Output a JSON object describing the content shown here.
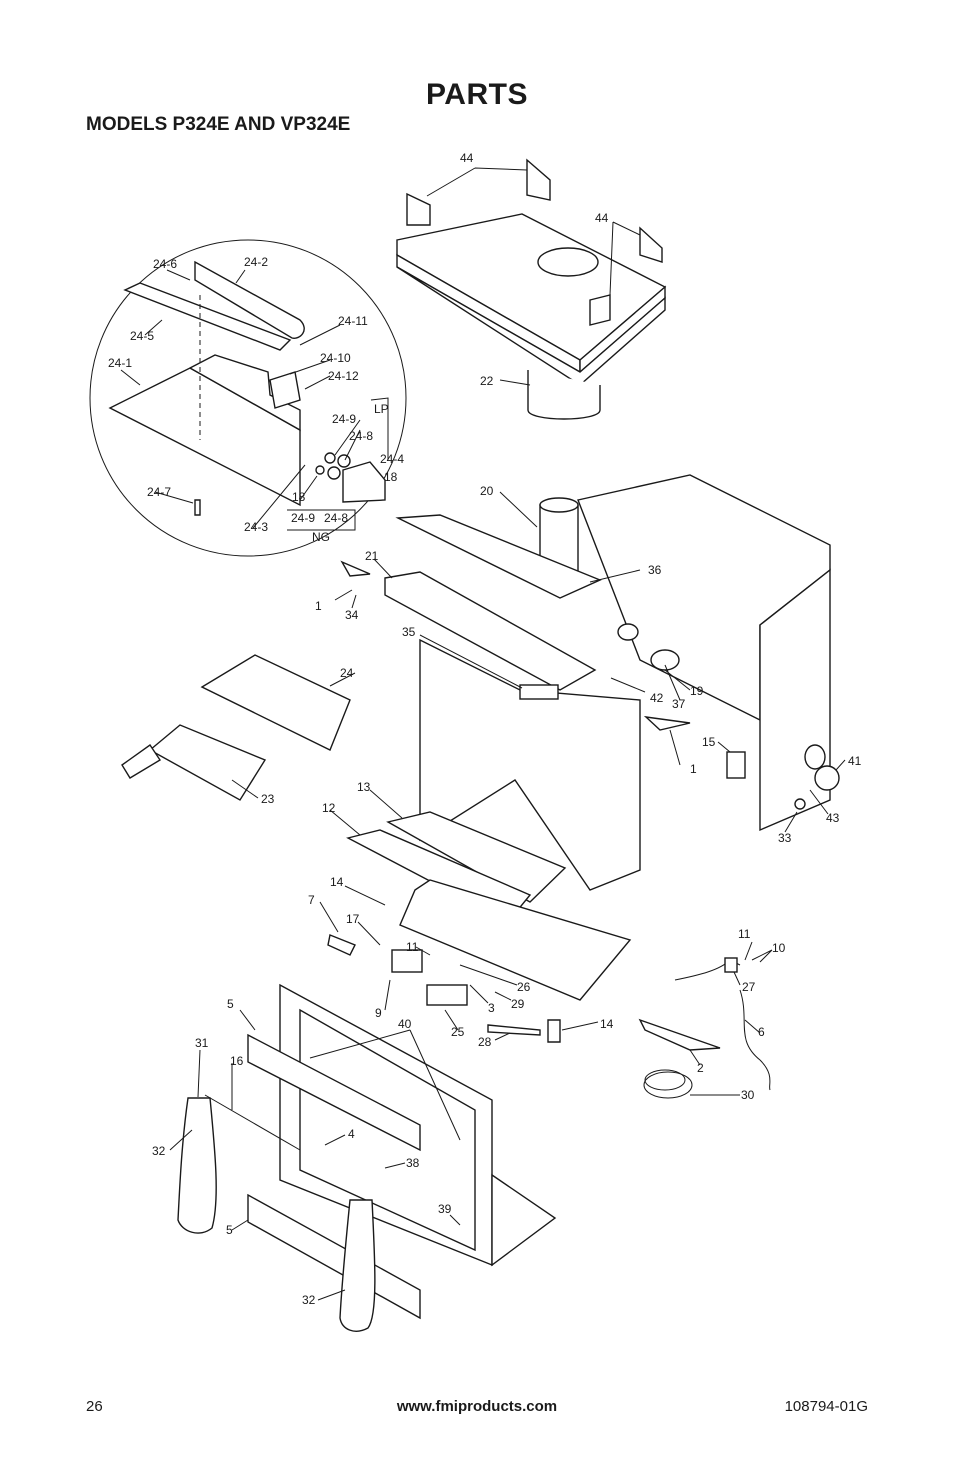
{
  "header": {
    "title": "PARTS",
    "subtitle": "MODELS P324E AND VP324E"
  },
  "footer": {
    "page_number": "26",
    "website": "www.fmiproducts.com",
    "doc_number": "108794-01G"
  },
  "callouts": [
    "44",
    "44",
    "22",
    "24-6",
    "24-2",
    "24-5",
    "24-11",
    "24-10",
    "24-12",
    "24-1",
    "LP",
    "24-9",
    "24-8",
    "24-4",
    "18",
    "18",
    "24-7",
    "24-3",
    "24-9",
    "24-8",
    "NG",
    "20",
    "21",
    "36",
    "1",
    "34",
    "35",
    "24",
    "42",
    "37",
    "19",
    "1",
    "15",
    "41",
    "43",
    "33",
    "23",
    "13",
    "12",
    "14",
    "7",
    "17",
    "11",
    "26",
    "3",
    "29",
    "9",
    "40",
    "25",
    "14",
    "28",
    "5",
    "31",
    "16",
    "4",
    "38",
    "32",
    "39",
    "5",
    "32",
    "11",
    "10",
    "27",
    "6",
    "2",
    "30"
  ]
}
